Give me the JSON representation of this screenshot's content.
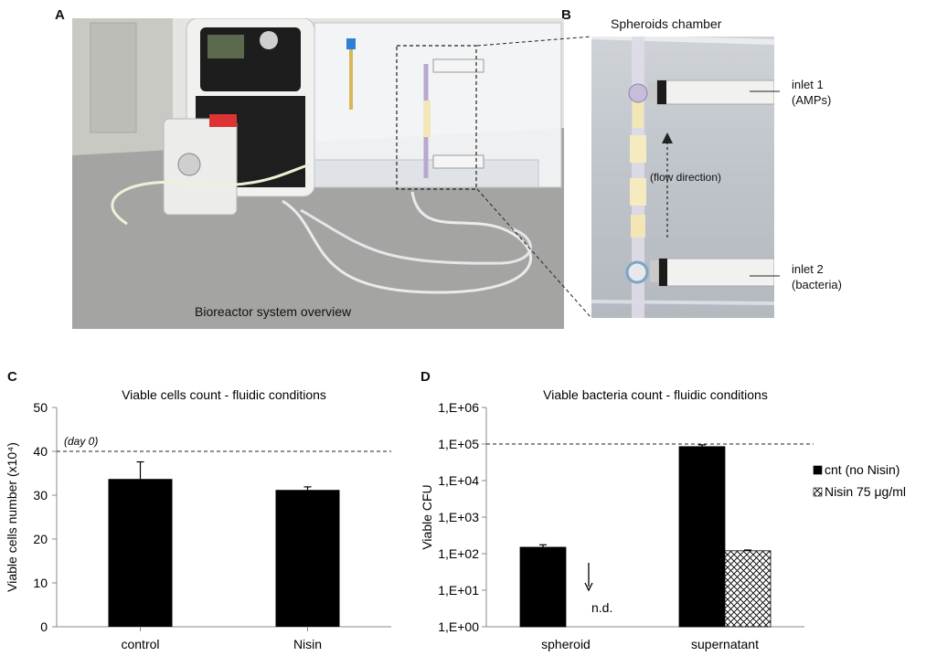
{
  "panels": {
    "a": {
      "letter": "A",
      "caption": "Bioreactor system overview"
    },
    "b": {
      "letter": "B",
      "title": "Spheroids chamber",
      "inlet1_line1": "inlet 1",
      "inlet1_line2": "(AMPs)",
      "inlet2_line1": "inlet 2",
      "inlet2_line2": "(bacteria)",
      "flow": "(flow direction)"
    },
    "c": {
      "letter": "C"
    },
    "d": {
      "letter": "D"
    }
  },
  "chart_data": [
    {
      "type": "bar",
      "title": "Viable cells count - fluidic conditions",
      "ylabel": "Viable cells number (x10⁴)",
      "xlabel": "",
      "categories": [
        "control",
        "Nisin"
      ],
      "values": [
        33.7,
        31.2
      ],
      "errors": [
        3.9,
        0.7
      ],
      "ylim": [
        0,
        50
      ],
      "yticks": [
        "0",
        "10",
        "20",
        "30",
        "40",
        "50"
      ],
      "reference_line": {
        "value": 40,
        "label": "(day 0)"
      },
      "grid": false,
      "colors": {
        "bar": "#000000"
      }
    },
    {
      "type": "bar",
      "title": "Viable bacteria count - fluidic conditions",
      "ylabel": "Viable CFU",
      "xlabel": "",
      "scale": "log",
      "categories": [
        "spheroid",
        "supernatant"
      ],
      "series": [
        {
          "name": "cnt (no Nisin)",
          "values": [
            150,
            85000
          ],
          "errors": [
            25,
            10000
          ],
          "fill": "solid"
        },
        {
          "name": "Nisin 75 μg/ml",
          "values": [
            null,
            120
          ],
          "errors": [
            null,
            6
          ],
          "fill": "crosshatch"
        }
      ],
      "ylim": [
        1,
        1000000
      ],
      "yticks": [
        "1,E+00",
        "1,E+01",
        "1,E+02",
        "1,E+03",
        "1,E+04",
        "1,E+05",
        "1,E+06"
      ],
      "reference_line": {
        "value": 100000
      },
      "annotation": "n.d.",
      "legend": "right",
      "grid": false,
      "colors": {
        "bar": "#000000",
        "hatch": "#000000"
      }
    }
  ]
}
